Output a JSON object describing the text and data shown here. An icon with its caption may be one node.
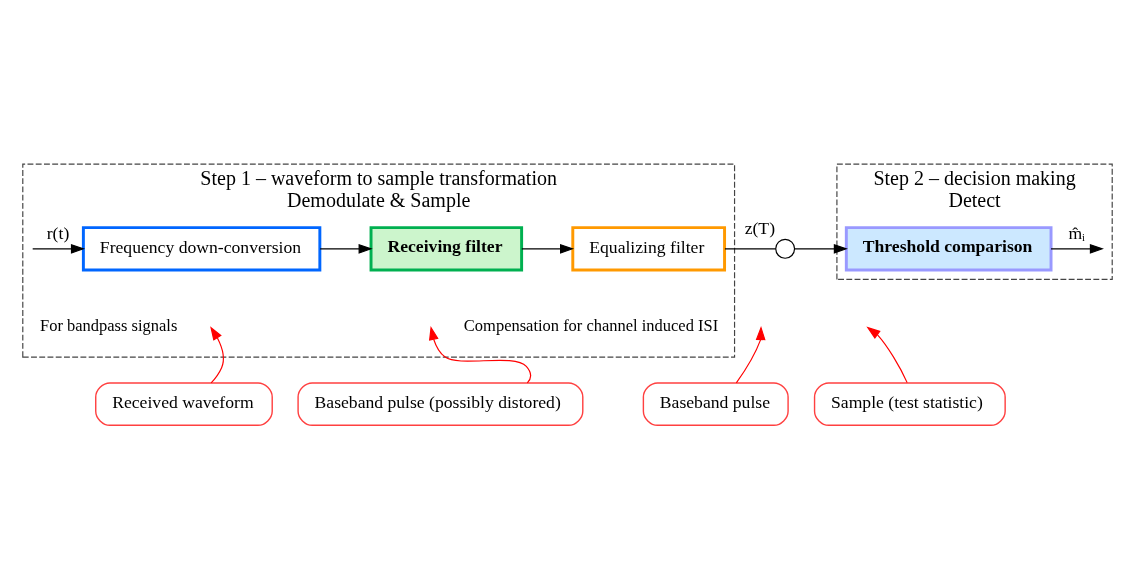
{
  "diagram": {
    "nodes": [
      {
        "text": [
          "Step 1 – waveform to sample transformation",
          "Demodulate & Sample"
        ]
      },
      {
        "text": [
          "Frequency down-conversion"
        ],
        "in": 0,
        "beside": [
          "For bandpass signals"
        ]
      },
      {
        "text": [
          "Receiving filter"
        ],
        "in": 0
      },
      {
        "text": [
          "Equalizing filter"
        ],
        "in": 0,
        "beside": [
          "Compensation for channel induced ISI"
        ]
      },
      {
        "text": [],
        "shape": "circle",
        "beside": [
          "z(T)"
        ]
      },
      {
        "text": [
          "Step 2 – decision making",
          "Detect"
        ]
      },
      {
        "text": [
          "Threshold comparison"
        ],
        "in": 5
      },
      {
        "text": [
          "Received waveform"
        ]
      },
      {
        "text": [
          "Baseband pulse (possibly distored)"
        ]
      },
      {
        "text": [
          "Baseband pulse"
        ]
      },
      {
        "text": [
          "Sample (test statistic)"
        ]
      }
    ],
    "edges": [
      {
        "from": null,
        "to": 1,
        "arrow": "to",
        "label": "r(t)"
      },
      {
        "from": 1,
        "to": 2,
        "arrow": "to"
      },
      {
        "from": 2,
        "to": 3,
        "arrow": "to"
      },
      {
        "from": 3,
        "to": 4,
        "arrow": "none"
      },
      {
        "from": 4,
        "to": 6,
        "arrow": "to"
      },
      {
        "from": 6,
        "to": null,
        "arrow": "to",
        "label": "m̂ᵢ"
      },
      {
        "from": 7,
        "to": null,
        "arrow": "to",
        "color": "#ff0000"
      },
      {
        "from": 8,
        "to": null,
        "arrow": "to",
        "color": "#ff0000"
      },
      {
        "from": 9,
        "to": null,
        "arrow": "to",
        "color": "#ff0000"
      },
      {
        "from": 10,
        "to": null,
        "arrow": "to",
        "color": "#ff0000"
      }
    ]
  }
}
